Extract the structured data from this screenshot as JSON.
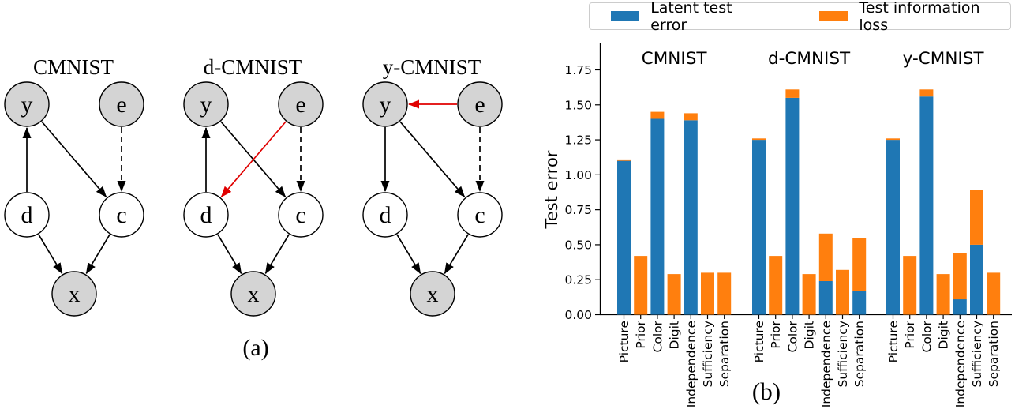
{
  "panel_a": {
    "caption": "(a)",
    "colors": {
      "shaded_node": "#d4d4d4",
      "plain_node": "#ffffff",
      "edge": "#000000",
      "highlight_edge": "#e00000"
    },
    "graphs": [
      {
        "title": "CMNIST",
        "nodes": [
          {
            "id": "y",
            "label": "y",
            "shaded": true
          },
          {
            "id": "e",
            "label": "e",
            "shaded": true
          },
          {
            "id": "d",
            "label": "d",
            "shaded": false
          },
          {
            "id": "c",
            "label": "c",
            "shaded": false
          },
          {
            "id": "x",
            "label": "x",
            "shaded": true
          }
        ],
        "edges": [
          {
            "from": "d",
            "to": "y",
            "style": "solid",
            "color": "black"
          },
          {
            "from": "y",
            "to": "c",
            "style": "solid",
            "color": "black"
          },
          {
            "from": "e",
            "to": "c",
            "style": "dashed",
            "color": "black"
          },
          {
            "from": "d",
            "to": "x",
            "style": "solid",
            "color": "black"
          },
          {
            "from": "c",
            "to": "x",
            "style": "solid",
            "color": "black"
          }
        ]
      },
      {
        "title": "d-CMNIST",
        "nodes": [
          {
            "id": "y",
            "label": "y",
            "shaded": true
          },
          {
            "id": "e",
            "label": "e",
            "shaded": true
          },
          {
            "id": "d",
            "label": "d",
            "shaded": false
          },
          {
            "id": "c",
            "label": "c",
            "shaded": false
          },
          {
            "id": "x",
            "label": "x",
            "shaded": true
          }
        ],
        "edges": [
          {
            "from": "d",
            "to": "y",
            "style": "solid",
            "color": "black"
          },
          {
            "from": "y",
            "to": "c",
            "style": "solid",
            "color": "black"
          },
          {
            "from": "e",
            "to": "d",
            "style": "solid",
            "color": "red"
          },
          {
            "from": "e",
            "to": "c",
            "style": "dashed",
            "color": "black"
          },
          {
            "from": "d",
            "to": "x",
            "style": "solid",
            "color": "black"
          },
          {
            "from": "c",
            "to": "x",
            "style": "solid",
            "color": "black"
          }
        ]
      },
      {
        "title": "y-CMNIST",
        "nodes": [
          {
            "id": "y",
            "label": "y",
            "shaded": true
          },
          {
            "id": "e",
            "label": "e",
            "shaded": true
          },
          {
            "id": "d",
            "label": "d",
            "shaded": false
          },
          {
            "id": "c",
            "label": "c",
            "shaded": false
          },
          {
            "id": "x",
            "label": "x",
            "shaded": true
          }
        ],
        "edges": [
          {
            "from": "e",
            "to": "y",
            "style": "solid",
            "color": "red"
          },
          {
            "from": "y",
            "to": "d",
            "style": "solid",
            "color": "black"
          },
          {
            "from": "y",
            "to": "c",
            "style": "solid",
            "color": "black"
          },
          {
            "from": "e",
            "to": "c",
            "style": "dashed",
            "color": "black"
          },
          {
            "from": "d",
            "to": "x",
            "style": "solid",
            "color": "black"
          },
          {
            "from": "c",
            "to": "x",
            "style": "solid",
            "color": "black"
          }
        ]
      }
    ]
  },
  "panel_b": {
    "caption": "(b)",
    "legend": [
      {
        "label": "Latent test error",
        "color": "#1f77b4"
      },
      {
        "label": "Test information loss",
        "color": "#ff7f0e"
      }
    ]
  },
  "chart_data": {
    "type": "bar",
    "stacked": true,
    "title": "",
    "xlabel": "",
    "ylabel": "Test error",
    "ylim": [
      0,
      1.9
    ],
    "ytick_labels": [
      "0.00",
      "0.25",
      "0.50",
      "0.75",
      "1.00",
      "1.25",
      "1.50",
      "1.75"
    ],
    "grid": false,
    "legend_position": "top",
    "series_names": [
      "Latent test error",
      "Test information loss"
    ],
    "categories": [
      "Picture",
      "Prior",
      "Color",
      "Digit",
      "Independence",
      "Sufficiency",
      "Separation"
    ],
    "groups": [
      {
        "label": "CMNIST",
        "series": [
          {
            "name": "Latent test error",
            "values": [
              1.1,
              0.0,
              1.4,
              0.0,
              1.39,
              0.0,
              0.0
            ]
          },
          {
            "name": "Test information loss",
            "values": [
              0.01,
              0.42,
              0.05,
              0.29,
              0.05,
              0.3,
              0.3
            ]
          }
        ]
      },
      {
        "label": "d-CMNIST",
        "series": [
          {
            "name": "Latent test error",
            "values": [
              1.25,
              0.0,
              1.55,
              0.0,
              0.24,
              0.0,
              0.17
            ]
          },
          {
            "name": "Test information loss",
            "values": [
              0.01,
              0.42,
              0.06,
              0.29,
              0.34,
              0.32,
              0.38
            ]
          }
        ]
      },
      {
        "label": "y-CMNIST",
        "series": [
          {
            "name": "Latent test error",
            "values": [
              1.25,
              0.0,
              1.56,
              0.0,
              0.11,
              0.5,
              0.0
            ]
          },
          {
            "name": "Test information loss",
            "values": [
              0.01,
              0.42,
              0.05,
              0.29,
              0.33,
              0.39,
              0.3
            ]
          }
        ]
      }
    ]
  }
}
